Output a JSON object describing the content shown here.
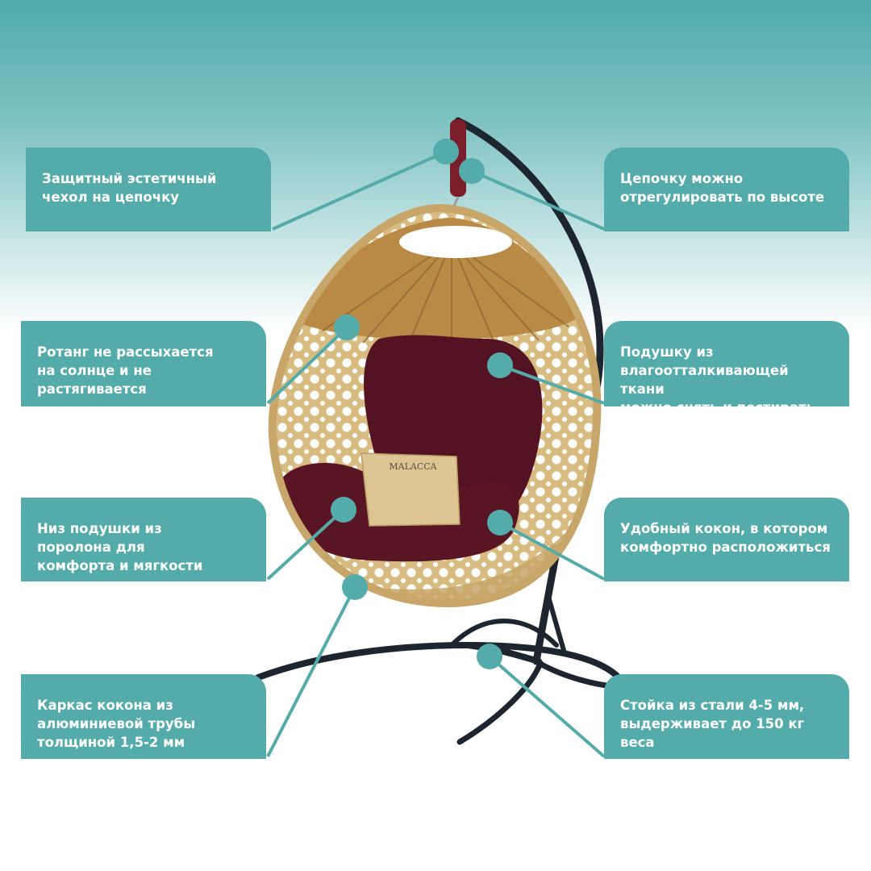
{
  "product": {
    "pillow_label": "MALACCA"
  },
  "callouts": {
    "cover": "Защитный эстетичный\nчехол на цепочку",
    "chain": "Цепочку можно\nотрегулировать по  высоте",
    "rattan": "Ротанг не рассыхается\nна солнце и не\nрастягивается",
    "cushion": "Подушку из\nвлагоотталкивающей ткани\nможно снять и постирать",
    "foam": "Низ подушки из\nпоролона для\nкомфорта и мягкости",
    "cocoon": "Удобный кокон, в котором\nкомфортно расположиться",
    "frame": "Каркас кокона из\nалюминиевой трубы\nтолщиной  1,5-2 мм",
    "stand": "Стойка из стали 4-5 мм,\nвыдерживает до 150 кг\nвеса"
  },
  "colors": {
    "accent": "#53acaa",
    "marker": "#53acaa",
    "frame_metal": "#1d262e",
    "rattan": "#cfae74",
    "cushion": "#541323",
    "pillow": "#dcc493"
  },
  "icons": {
    "marker": "dot-marker-icon"
  }
}
